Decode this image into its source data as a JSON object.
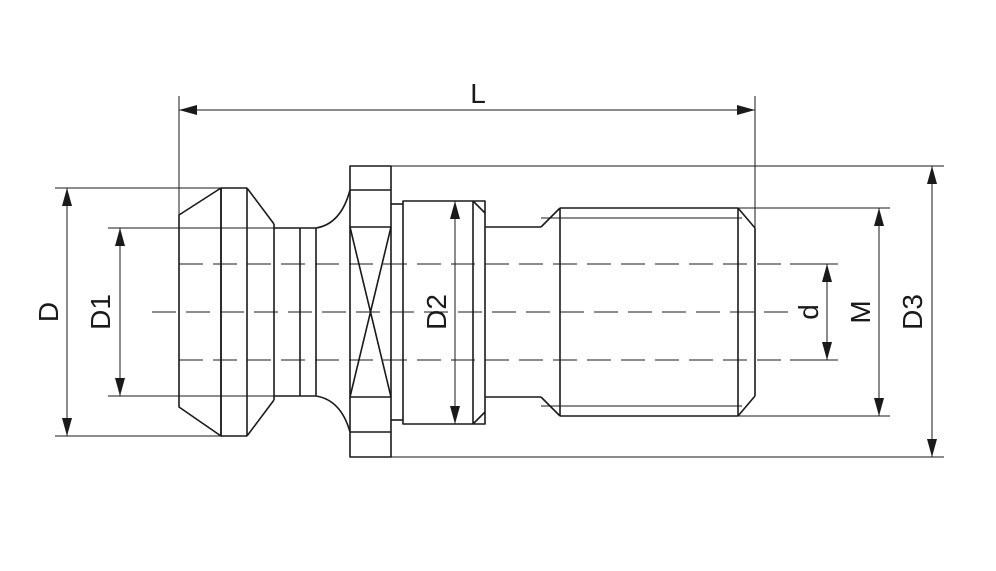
{
  "dimensions": {
    "L": "L",
    "D": "D",
    "D1": "D1",
    "D2": "D2",
    "d": "d",
    "M": "M",
    "D3": "D3"
  }
}
